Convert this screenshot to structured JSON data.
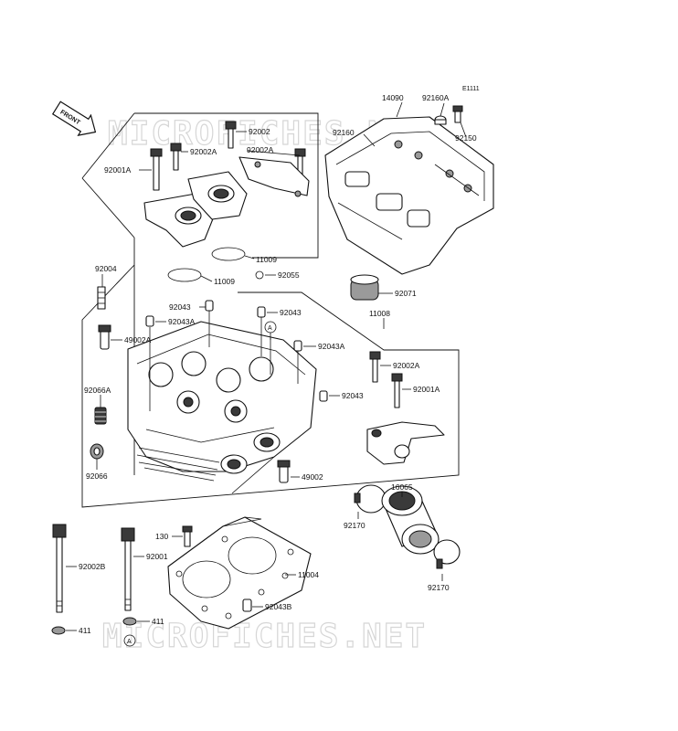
{
  "diagram": {
    "code": "E1111",
    "front_label": "FRONT",
    "watermark": "MICROFICHES.NET",
    "callouts": {
      "c14090": "14090",
      "c92160A": "92160A",
      "c92160": "92160",
      "c92150": "92150",
      "c92002_top": "92002",
      "c92002A_top1": "92002A",
      "c92002A_top2": "92002A",
      "c92001A_top": "92001A",
      "c11009_a": "11009",
      "c11009_b": "11009",
      "c92055": "92055",
      "c92004": "92004",
      "c92071": "92071",
      "c92043_a": "92043",
      "c92043_b": "92043",
      "c92043A_a": "92043A",
      "c92043A_b": "92043A",
      "c11008": "11008",
      "c49002A": "49002A",
      "c92002A_right": "92002A",
      "c92001A_right": "92001A",
      "c92043_c": "92043",
      "c92066A": "92066A",
      "c92066": "92066",
      "c49002": "49002",
      "c16065": "16065",
      "c92170_a": "92170",
      "c92170_b": "92170",
      "c130": "130",
      "c92002B": "92002B",
      "c92001": "92001",
      "c11004": "11004",
      "c92043B": "92043B",
      "c411_a": "411",
      "c411_b": "411",
      "ref_A_top": "A",
      "ref_A_bottom": "A"
    }
  }
}
